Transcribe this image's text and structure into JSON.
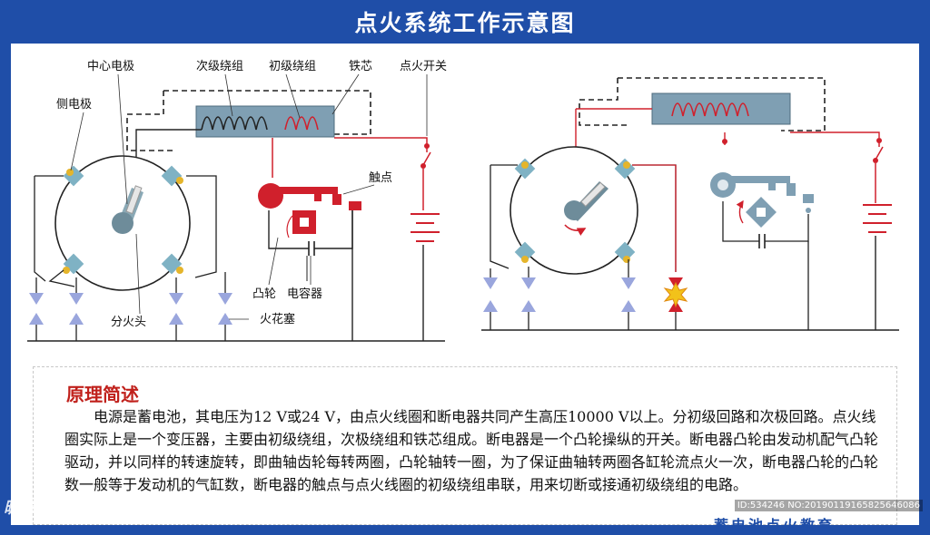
{
  "title": "点火系统工作示意图",
  "labels": {
    "center_electrode": "中心电极",
    "secondary_winding": "次级绕组",
    "primary_winding": "初级绕组",
    "iron_core": "铁芯",
    "ignition_switch": "点火开关",
    "side_electrode": "侧电极",
    "contact": "触点",
    "cam": "凸轮",
    "capacitor": "电容器",
    "rotor": "分火头",
    "spark_plug": "火花塞"
  },
  "section": {
    "title": "原理简述",
    "body": "电源是蓄电池，其电压为12 V或24 V，由点火线圈和断电器共同产生高压10000 V以上。分初级回路和次极回路。点火线圈实际上是一个变压器，主要由初级绕组，次极绕组和铁芯组成。断电器是一个凸轮操纵的开关。断电器凸轮由发动机配气凸轮驱动，并以同样的转速旋转，即曲轴齿轮每转两圈，凸轮轴转一圈，为了保证曲轴转两圈各缸轮流点火一次，断电器凸轮的凸轮数一般等于发动机的气缸数，断电器的触点与点火线圈的初级绕组串联，用来切断或接通初级绕组的电路。"
  },
  "watermark": {
    "site": "昵享网",
    "id": "ID:534246 NO:20190119165825646086"
  },
  "footer": "蓄电池点火教育",
  "colors": {
    "background": "#1f4ea8",
    "primary_circuit": "#d0202c",
    "coil_core": "#7f9fb3",
    "electrode": "#7fb2c4",
    "spark_arrow": "#9aa6dd",
    "section_title": "#c0201b"
  }
}
